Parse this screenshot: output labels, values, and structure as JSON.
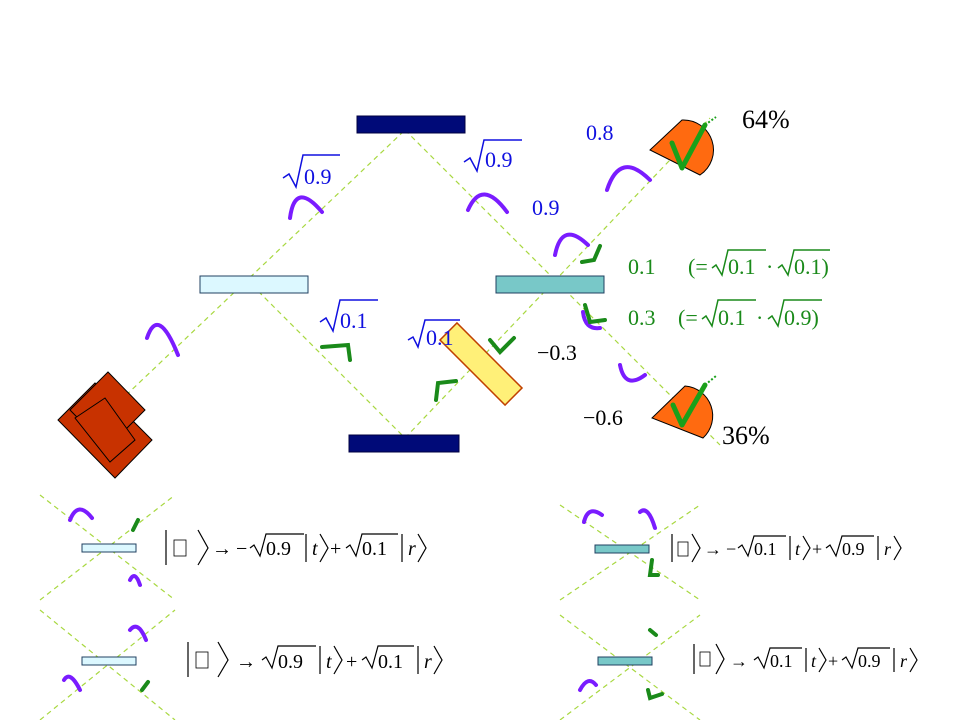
{
  "labels": {
    "amp_upper_left": "0.9",
    "amp_upper_right": "0.9",
    "amp_lower_left": "0.1",
    "amp_lower_right": "0.1",
    "out_upper_in": "0.9",
    "out_upper": "0.8",
    "out_mid_1": "0.1",
    "out_mid_1_expr_a": "(=",
    "out_mid_1_expr_b": "0.1",
    "out_mid_1_dot": "·",
    "out_mid_1_expr_c": "0.1)",
    "out_mid_2": "0.3",
    "out_mid_2_expr_a": "(=",
    "out_mid_2_expr_b": "0.1",
    "out_mid_2_dot": "·",
    "out_mid_2_expr_c": "0.9)",
    "neg_03": "−0.3",
    "neg_06": "−0.6",
    "pct_top": "64%",
    "pct_bottom": "36%"
  },
  "equations": {
    "arrow": "→",
    "minus": "−",
    "plus": "+",
    "t_ket": "t",
    "r_ket": "r",
    "bar": "|",
    "top_left": {
      "c1": "0.9",
      "c2": "0.1"
    },
    "top_right": {
      "c1": "0.1",
      "c2": "0.9"
    },
    "bottom_left": {
      "c1": "0.9",
      "c2": "0.1"
    },
    "bottom_right": {
      "c1": "0.1",
      "c2": "0.9"
    }
  },
  "colors": {
    "mirror_dark": "#000a78",
    "splitter_light": "#dcf8ff",
    "splitter_teal": "#78c8c8",
    "phase_plate": "#fff078",
    "laser": "#c83200",
    "detector": "#ff6a10",
    "beam": "#a8d840",
    "wave_purple": "#7a1cff",
    "wave_green": "#1a8a1a",
    "text_blue": "#1010e0",
    "check_green": "#1aa01a"
  }
}
